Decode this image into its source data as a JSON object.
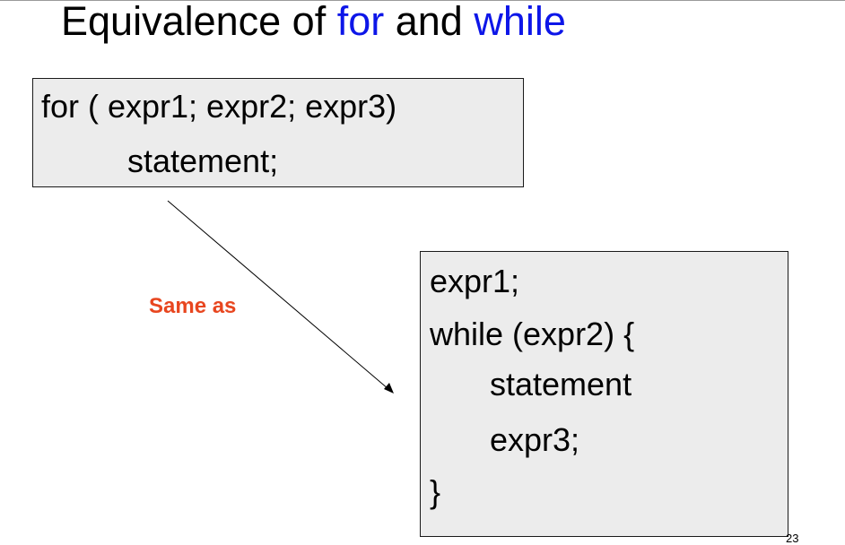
{
  "slide": {
    "title_prefix": "Equivalence of ",
    "title_for": "for",
    "title_middle": " and ",
    "title_while": "while",
    "title_accent_color": "#0d16e8"
  },
  "for_box": {
    "lines": [
      "for ( expr1; expr2; expr3)",
      "statement;"
    ]
  },
  "connector": {
    "label": "Same as",
    "label_color": "#e8461f"
  },
  "while_box": {
    "lines": [
      "expr1;",
      "while (expr2)  {",
      "statement",
      "expr3;",
      "}"
    ]
  },
  "page_number": "23"
}
